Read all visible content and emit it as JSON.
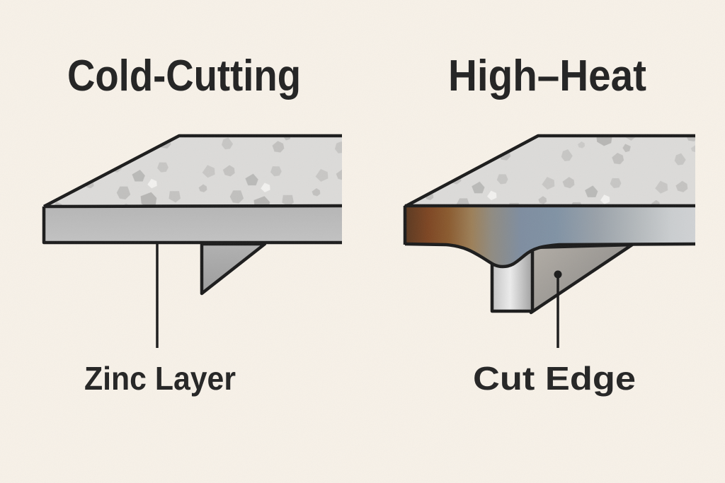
{
  "diagrams": {
    "left": {
      "title": "Cold-Cutting",
      "label": "Zinc Layer"
    },
    "right": {
      "title": "High–Heat",
      "label": "Cut Edge"
    }
  },
  "colors": {
    "background": "#f7f1e8",
    "outline": "#1b1b1b",
    "text": "#222222",
    "zinc_base": "#dcdbd9",
    "steel_face": "#bbbbbb",
    "underside_gray": "#a6a6a6",
    "heat_rust": "#7d4522",
    "heat_blue": "#7e8da0",
    "heat_cooled": "#d0d2d4",
    "molten_drip_light": "#ececec"
  }
}
